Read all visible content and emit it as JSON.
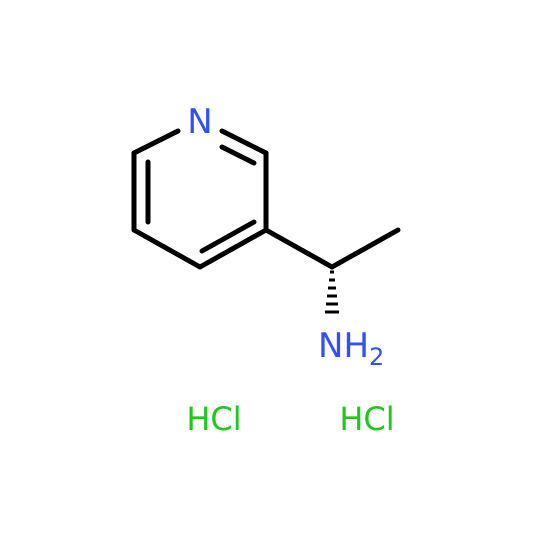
{
  "colors": {
    "bond": "#000000",
    "nitrogen": "#3050F8",
    "chlorine": "#1FC71F",
    "background": "#FFFFFF"
  },
  "molecule": {
    "atoms": {
      "ring_nitrogen": {
        "element": "N"
      },
      "amine": {
        "element": "N",
        "hydrogens": "H",
        "hydrogen_count": "2"
      }
    },
    "salts": [
      {
        "label": "HCl"
      },
      {
        "label": "HCl"
      }
    ]
  }
}
